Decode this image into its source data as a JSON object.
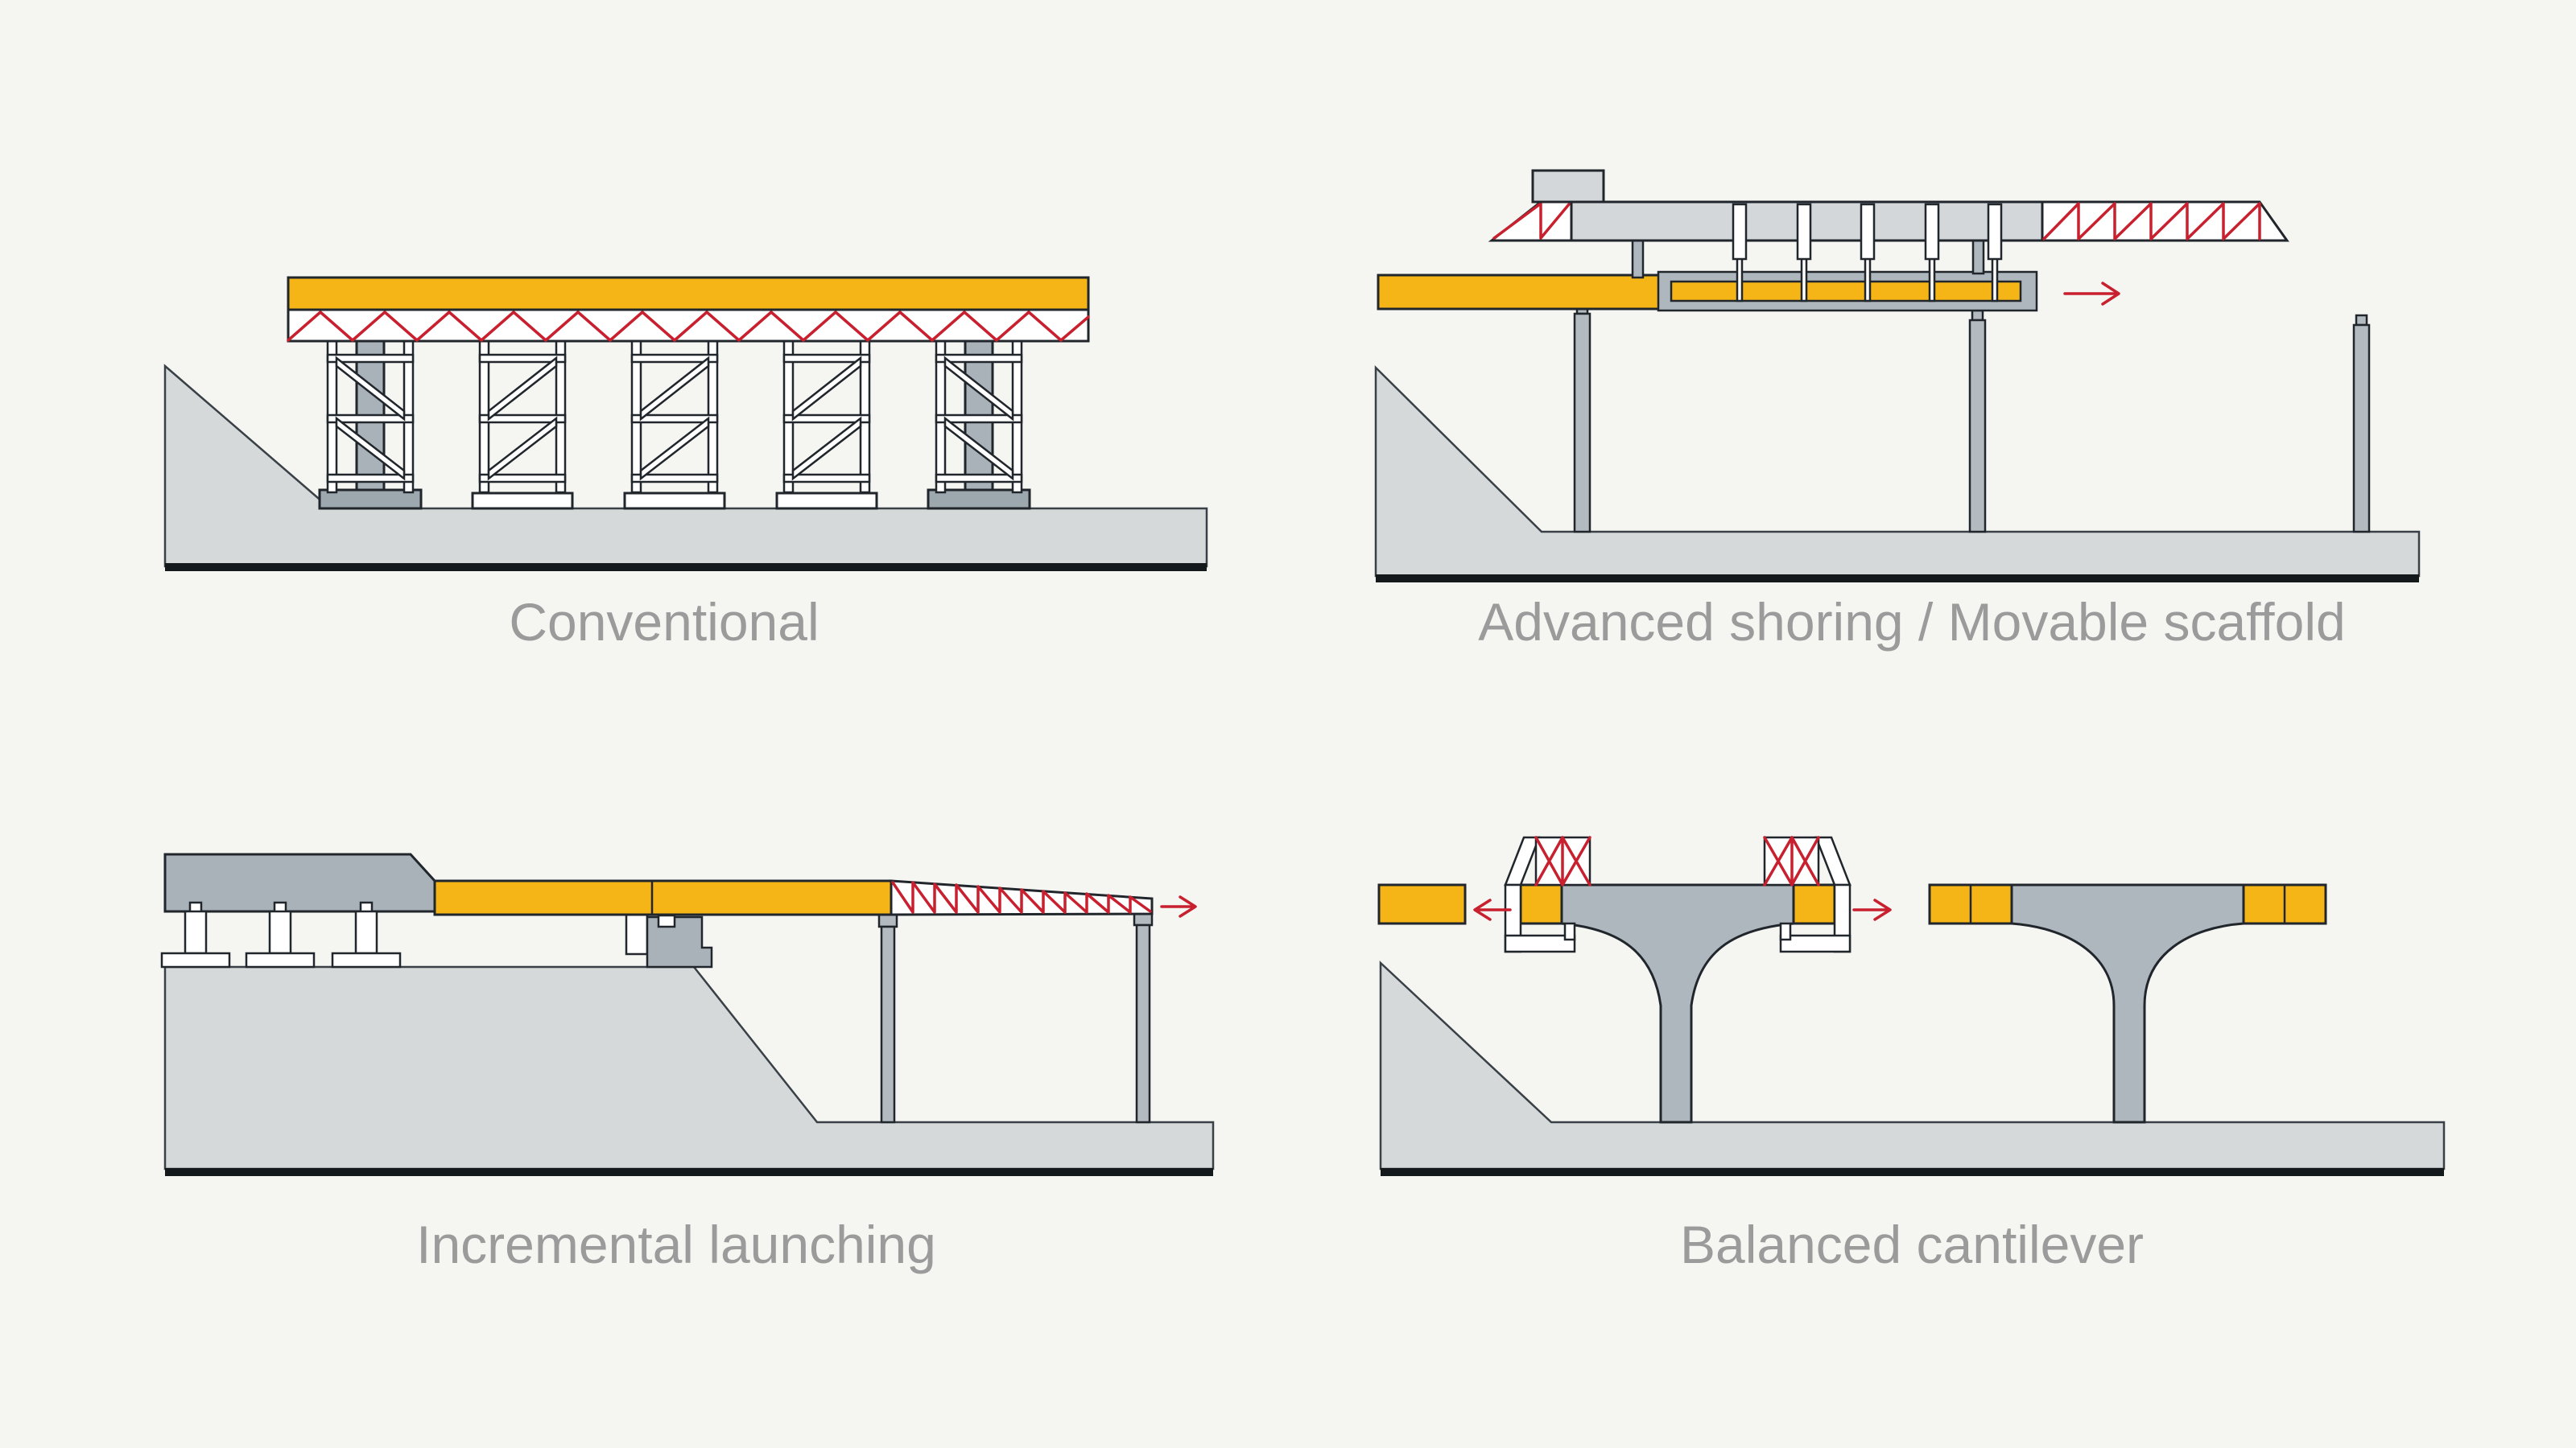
{
  "figures": [
    {
      "id": "conventional",
      "label": "Conventional"
    },
    {
      "id": "advanced-shoring",
      "label": "Advanced shoring / Movable scaffold"
    },
    {
      "id": "incremental-launching",
      "label": "Incremental launching"
    },
    {
      "id": "balanced-cantilever",
      "label": "Balanced cantilever"
    }
  ],
  "arrows": [
    {
      "figure": "advanced-shoring",
      "direction": "right"
    },
    {
      "figure": "incremental-launching",
      "direction": "right"
    },
    {
      "figure": "balanced-cantilever",
      "direction": "left"
    },
    {
      "figure": "balanced-cantilever",
      "direction": "right"
    }
  ],
  "colors": {
    "background": "#f5f5f2",
    "deck_yellow": "#f5b517",
    "truss_red": "#c8202f",
    "ground_gray": "#d5d9da",
    "concrete_gray": "#aeb7bd",
    "pier_gray": "#b3bbc1",
    "footing_gray": "#9ca7ae",
    "outline_dark": "#20262b",
    "caption_gray": "#9b9b9b"
  }
}
